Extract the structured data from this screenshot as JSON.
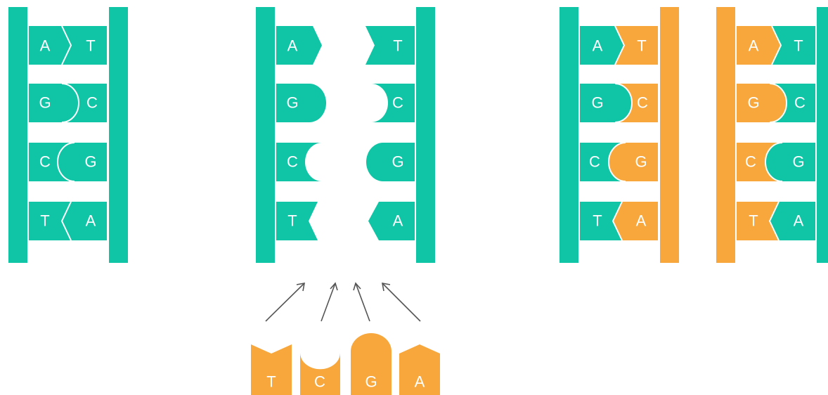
{
  "colors": {
    "original_strand": "#10c4a6",
    "new_strand": "#f7a73b",
    "arrow": "#555555",
    "background": "#ffffff"
  },
  "panels": {
    "original_dna": {
      "left_bases": [
        "A",
        "G",
        "C",
        "T"
      ],
      "right_bases": [
        "T",
        "C",
        "G",
        "A"
      ]
    },
    "separated_strands": {
      "left_bases": [
        "A",
        "G",
        "C",
        "T"
      ],
      "right_bases": [
        "T",
        "C",
        "G",
        "A"
      ]
    },
    "free_nucleotides": {
      "bases": [
        "T",
        "C",
        "G",
        "A"
      ]
    },
    "daughter_molecule_1": {
      "original_bases": [
        "A",
        "G",
        "C",
        "T"
      ],
      "new_bases": [
        "T",
        "C",
        "G",
        "A"
      ]
    },
    "daughter_molecule_2": {
      "new_bases": [
        "A",
        "G",
        "C",
        "T"
      ],
      "original_bases": [
        "T",
        "C",
        "G",
        "A"
      ]
    }
  }
}
